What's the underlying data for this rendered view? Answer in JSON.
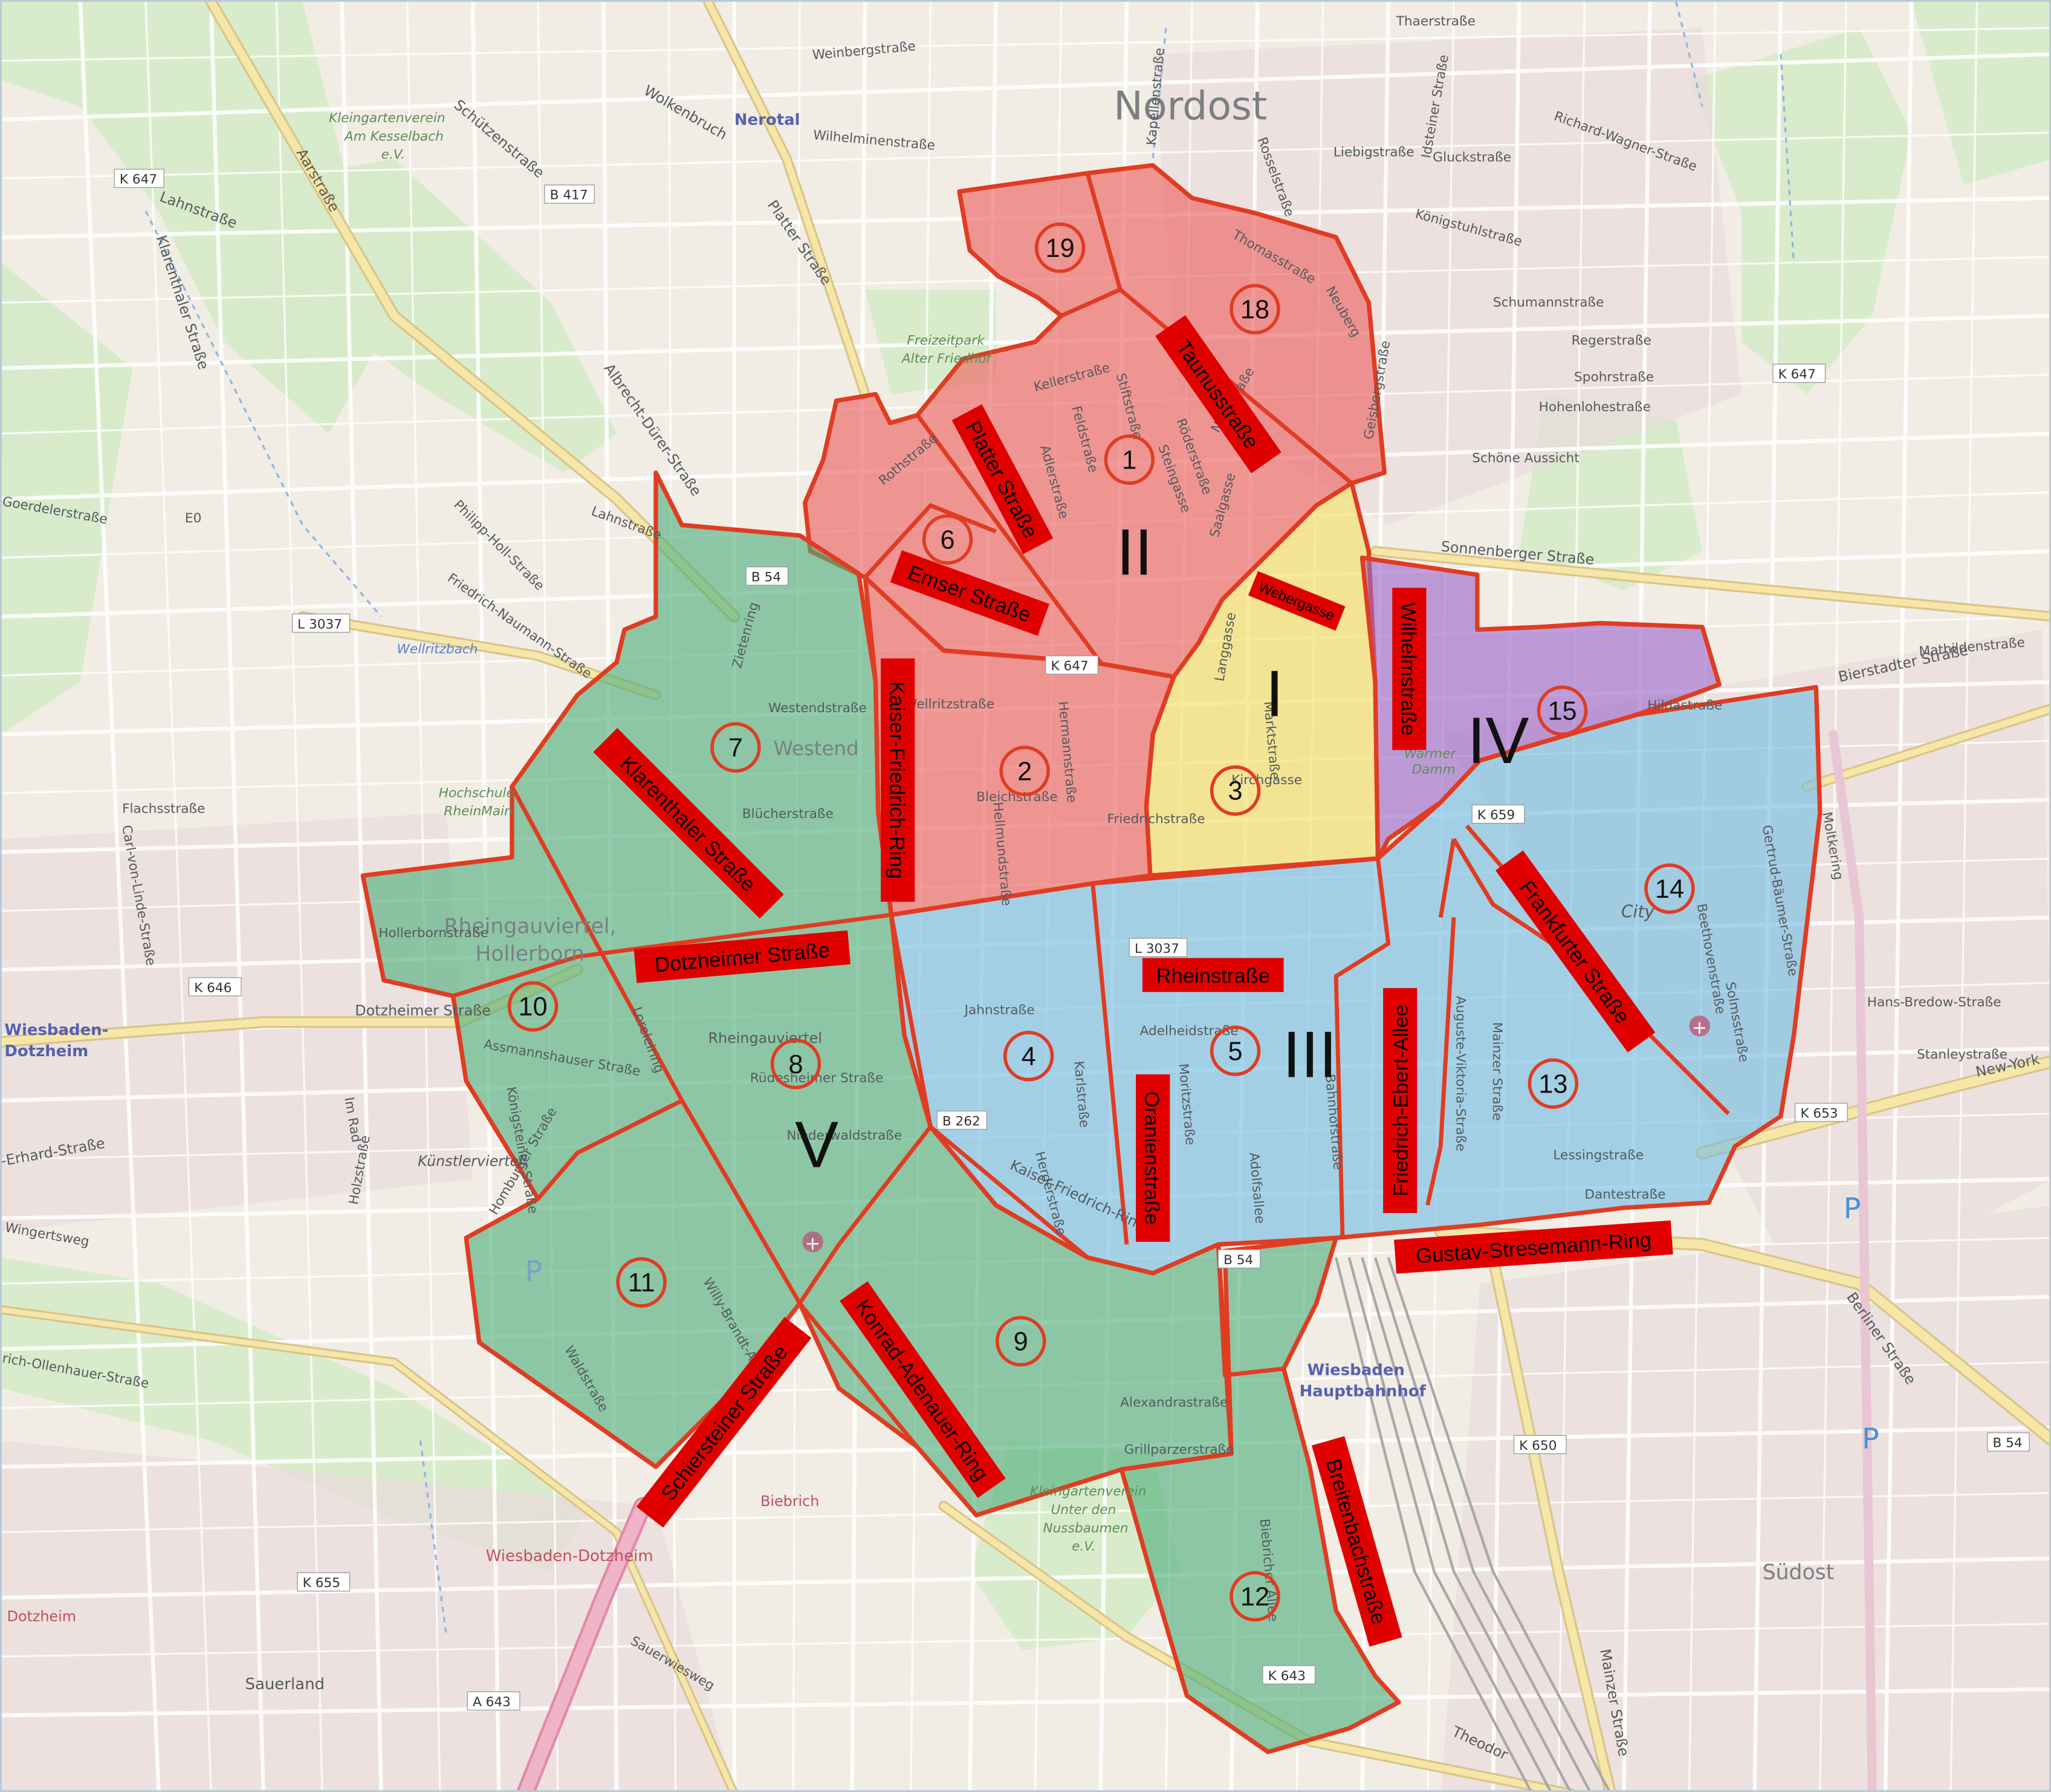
{
  "colors": {
    "red_zone": "#e05a5a",
    "yellow_zone": "#f2de62",
    "purple_zone": "#9a63c9",
    "blue_zone": "#6fbbe0",
    "green_zone": "#4fae7c",
    "border": "#e03c22",
    "label_bg": "#e00000",
    "circle": "#e03c22"
  },
  "districts": [
    {
      "id": "I",
      "label": "I"
    },
    {
      "id": "II",
      "label": "II"
    },
    {
      "id": "III",
      "label": "III"
    },
    {
      "id": "IV",
      "label": "IV"
    },
    {
      "id": "V",
      "label": "V"
    }
  ],
  "zones": [
    "1",
    "2",
    "3",
    "4",
    "5",
    "6",
    "7",
    "8",
    "9",
    "10",
    "11",
    "12",
    "13",
    "14",
    "15",
    "18",
    "19"
  ],
  "street_labels": {
    "taunus": "Taunusstraße",
    "platter": "Platter Straße",
    "emser": "Emser Straße",
    "webergasse": "Webergasse",
    "wilhelm": "Wilhelmstraße",
    "kaiser_friedrich_ring": "Kaiser-Friedrich-Ring",
    "klarenthaler": "Klarenthaler Straße",
    "dotzheimer": "Dotzheimer Straße",
    "rhein": "Rheinstraße",
    "oranien": "Oranienstraße",
    "friedrich_ebert": "Friedrich-Ebert-Allee",
    "frankfurter": "Frankfurter Straße",
    "gustav": "Gustav-Stresemann-Ring",
    "konrad": "Konrad-Adenauer-Ring",
    "schiersteiner": "Schiersteiner Straße",
    "breitenbach": "Breitenbachstraße"
  },
  "basemap": {
    "nordost": "Nordost",
    "nerotal": "Nerotal",
    "westend": "Westend",
    "rheingauviertel": "Rheingauviertel,",
    "hollerborn": "Hollerborn",
    "rheingauviertel2": "Rheingauviertel",
    "kuenstlerviertel": "Künstlerviertel",
    "suedost": "Südost",
    "wiesbaden_dotzheim_1": "Wiesbaden-",
    "wiesbaden_dotzheim_2": "Dotzheim",
    "wiesbaden_dotzheim_red": "Wiesbaden-Dotzheim",
    "hauptbahnhof_1": "Wiesbaden",
    "hauptbahnhof_2": "Hauptbahnhof",
    "sauerland": "Sauerland",
    "dotzheim_sw": "Dotzheim",
    "biebrich": "Biebrich",
    "kleingarten_1": "Kleingartenverein",
    "kleingarten_2": "Am Kesselbach",
    "kleingarten_3": "e.V.",
    "freizeitpark_1": "Freizeitpark",
    "freizeitpark_2": "Alter Friedhof",
    "hochschule_1": "Hochschule",
    "hochschule_2": "RheinMain",
    "kleingarten_s1": "Kleingartenverein",
    "kleingarten_s2": "Unter den",
    "kleingarten_s3": "Nussbaumen",
    "kleingarten_s4": "e.V.",
    "warmer_1": "Warmer",
    "warmer_2": "Damm",
    "city": "City",
    "wellritzbach": "Wellritzbach",
    "ref_k647_a": "K 647",
    "ref_b417": "B 417",
    "ref_b54": "B 54",
    "ref_l3037": "L 3037",
    "ref_k646": "K 646",
    "ref_k647_b": "K 647",
    "ref_k647_c": "K 647",
    "ref_k659": "K 659",
    "ref_l3037_b": "L 3037",
    "ref_b262": "B 262",
    "ref_b54_b": "B 54",
    "ref_k653": "K 653",
    "ref_k650": "K 650",
    "ref_k655": "K 655",
    "ref_a643": "A 643",
    "ref_k643": "K 643",
    "ref_b54_c": "B 54",
    "ref_e0": "E0",
    "s_aarstrasse": "Aarstraße",
    "s_albrecht": "Albrecht-Dürer-Straße",
    "s_schuetzen": "Schützenstraße",
    "s_wolkenbruch": "Wolkenbruch",
    "s_lahnstrasse": "Lahnstraße",
    "s_klarenthaler_nw": "Klarenthaler Straße",
    "s_goerdeler": "Goerdelerstraße",
    "s_sonnenberger": "Sonnenberger Straße",
    "s_bierstadter": "Bierstadter Straße",
    "s_dotzheimer_w": "Dotzheimer Straße",
    "s_erhard": "-Erhard-Straße",
    "s_mainzer": "Mainzer Straße",
    "s_berliner": "Berliner Straße",
    "s_new_york": "New-York",
    "s_theodor": "Theodor",
    "s_platter_n": "Platter Straße",
    "s_weinberg": "Weinbergstraße",
    "s_wilhelminen": "Wilhelminenstraße",
    "s_thaer": "Thaerstraße",
    "s_idstein": "Idsteiner Straße",
    "s_richard": "Richard-Wagner-Straße",
    "s_gluck": "Gluckstraße",
    "s_liebig": "Liebigstraße",
    "s_koenigstuhl": "Königstuhlstraße",
    "s_schumann": "Schumannstraße",
    "s_regers": "Regerstraße",
    "s_spohr": "Spohrstraße",
    "s_hohenlohe": "Hohenlohestraße",
    "s_schoene": "Schöne Aussicht",
    "s_hildastr": "Hildastraße",
    "s_mathilden": "Mathildenstraße",
    "s_moltke": "Moltkering",
    "s_hans_bredow": "Hans-Bredow-Straße",
    "s_stanley": "Stanleystraße",
    "s_gertrud": "Gertrud-Bäumer-Straße",
    "s_holz": "Holzstraße",
    "s_im_rad": "Im Rad",
    "s_wingerts": "Wingertsweg",
    "s_ollenhauer": "rich-Ollenhauer-Straße",
    "s_flachs": "Flachsstraße",
    "s_carl_von_linde": "Carl-von-Linde-Straße",
    "s_auerland": "Sauerwiesweg",
    "s_biebricher": "Biebricher Allee",
    "s_kaiser_friedrich": "Kaiser-Friedrich-Ring",
    "s_westendstrasse": "Westendstraße",
    "s_bluecherstrasse": "Blücherstraße",
    "s_bleichstrasse": "Bleichstraße",
    "s_wellritzstrasse": "Wellritzstraße",
    "s_friedrichstrasse": "Friedrichstraße",
    "s_adelheidstrasse": "Adelheidstraße",
    "s_moritz": "Moritzstraße",
    "s_lessing": "Lessingstraße",
    "s_dantestr": "Dantestraße",
    "s_alexandra": "Alexandrastraße",
    "s_grillparzer": "Grillparzerstraße",
    "s_solms": "Solmsstraße",
    "s_beethoven": "Beethovenstraße",
    "s_jahn": "Jahnstraße",
    "s_herder": "Herderstraße",
    "s_karl": "Karlstraße",
    "s_adolfsallee": "Adolfsallee",
    "s_bahnhof": "Bahnhofstraße",
    "s_viktoria": "Auguste-Viktoria-Straße",
    "s_mauritius": "Mainzer Straße",
    "s_homburger": "Homburger Straße",
    "s_waldstr": "Waldstraße",
    "s_willy": "Willy-Brandt-Allee",
    "s_loreley": "Loreleiring",
    "s_zieten": "Zietenring",
    "s_koenigsteiner": "Königsteiner Straße",
    "s_assmanns": "Assmannshauser Straße",
    "s_niederwald": "Niederwaldstraße",
    "s_ruede": "Rüdesheimer Straße",
    "s_hellmund": "Hellmundstraße",
    "s_hermann": "Hermannstraße",
    "s_saalgasse": "Saalgasse",
    "s_steingasse": "Steingasse",
    "s_roeder": "Röderstraße",
    "s_nero": "Nerostraße",
    "s_stift": "Stiftstraße",
    "s_adler": "Adlerstraße",
    "s_keller": "Kellerstraße",
    "s_feld": "Feldstraße",
    "s_rothstrasse": "Rothstraße",
    "s_thomas": "Thomasstraße",
    "s_neuberg": "Neuberg",
    "s_geisberg": "Geisbergstraße",
    "s_kapellen": "Kapellenstraße",
    "s_rossel": "Rosselstraße",
    "s_frankfurter_e": "Frankfurter Straße",
    "s_langgasse": "Langgasse",
    "s_marktstr": "Marktstraße",
    "s_kirchgasse": "Kirchgasse",
    "s_lahnstr2": "Lahnstraße",
    "s_friedrich_naumann": "Friedrich-Naumann-Straße",
    "s_philipp_holl": "Philipp-Holl-Straße",
    "s_hoelderlin": "Hollerbornstraße",
    "s_kleingarten_nw": "Kleingartenverein"
  }
}
